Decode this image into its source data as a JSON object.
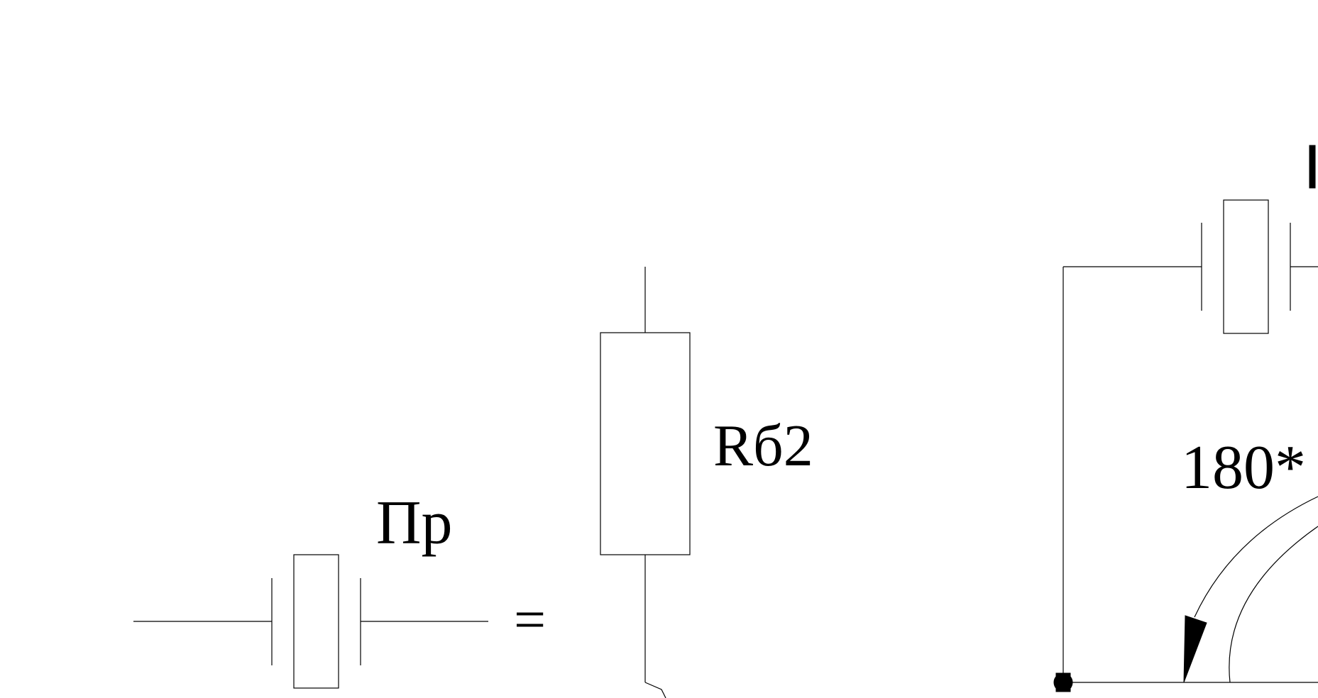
{
  "labels": {
    "crystal": "Пр",
    "equals": "=",
    "resistor": "Rб2",
    "angle": "180*"
  },
  "colors": {
    "ink": "#000000",
    "background": "#ffffff"
  }
}
